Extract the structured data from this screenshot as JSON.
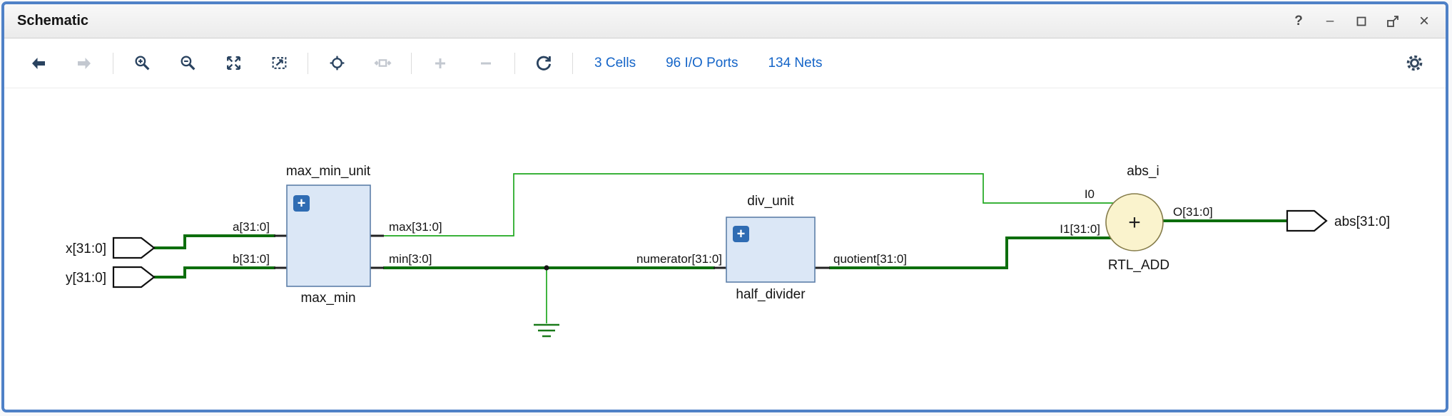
{
  "window": {
    "title": "Schematic",
    "controls": {
      "help": "?",
      "minimize": "–",
      "close": "×"
    }
  },
  "toolbar": {
    "stats": [
      {
        "label": "3 Cells"
      },
      {
        "label": "96 I/O Ports"
      },
      {
        "label": "134 Nets"
      }
    ]
  },
  "schematic": {
    "input_ports": [
      {
        "name": "x[31:0]"
      },
      {
        "name": "y[31:0]"
      }
    ],
    "output_ports": [
      {
        "name": "abs[31:0]"
      }
    ],
    "cells": [
      {
        "instance": "max_min_unit",
        "module": "max_min",
        "expand_icon": "+",
        "pins": {
          "a": "a[31:0]",
          "b": "b[31:0]",
          "max": "max[31:0]",
          "min": "min[3:0]"
        }
      },
      {
        "instance": "div_unit",
        "module": "half_divider",
        "expand_icon": "+",
        "pins": {
          "numerator": "numerator[31:0]",
          "quotient": "quotient[31:0]"
        }
      },
      {
        "instance": "abs_i",
        "module": "RTL_ADD",
        "op": "+",
        "pins": {
          "i0": "I0",
          "i1": "I1[31:0]",
          "o": "O[31:0]"
        }
      }
    ],
    "colors": {
      "net": "#1fa81f",
      "bus": "#0d6e0d",
      "cell_fill": "#dbe7f6",
      "cell_border": "#5d7fa8",
      "op_fill": "#faf3cd",
      "frame": "#4f81c7",
      "link": "#1565c8"
    }
  }
}
